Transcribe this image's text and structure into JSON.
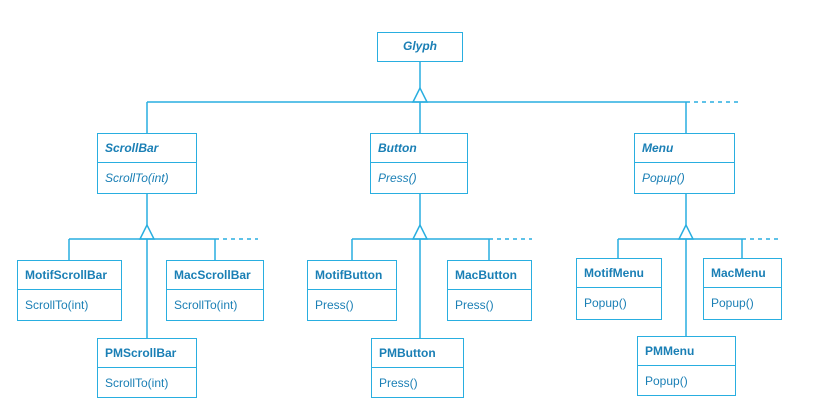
{
  "classes": {
    "glyph": {
      "name": "Glyph"
    },
    "scrollbar": {
      "name": "ScrollBar",
      "op": "ScrollTo(int)"
    },
    "button": {
      "name": "Button",
      "op": "Press()"
    },
    "menu": {
      "name": "Menu",
      "op": "Popup()"
    },
    "motif_scrollbar": {
      "name": "MotifScrollBar",
      "op": "ScrollTo(int)"
    },
    "mac_scrollbar": {
      "name": "MacScrollBar",
      "op": "ScrollTo(int)"
    },
    "pm_scrollbar": {
      "name": "PMScrollBar",
      "op": "ScrollTo(int)"
    },
    "motif_button": {
      "name": "MotifButton",
      "op": "Press()"
    },
    "mac_button": {
      "name": "MacButton",
      "op": "Press()"
    },
    "pm_button": {
      "name": "PMButton",
      "op": "Press()"
    },
    "motif_menu": {
      "name": "MotifMenu",
      "op": "Popup()"
    },
    "mac_menu": {
      "name": "MacMenu",
      "op": "Popup()"
    },
    "pm_menu": {
      "name": "PMMenu",
      "op": "Popup()"
    }
  },
  "colors": {
    "line": "#29aee0",
    "text": "#1a7fb5"
  }
}
